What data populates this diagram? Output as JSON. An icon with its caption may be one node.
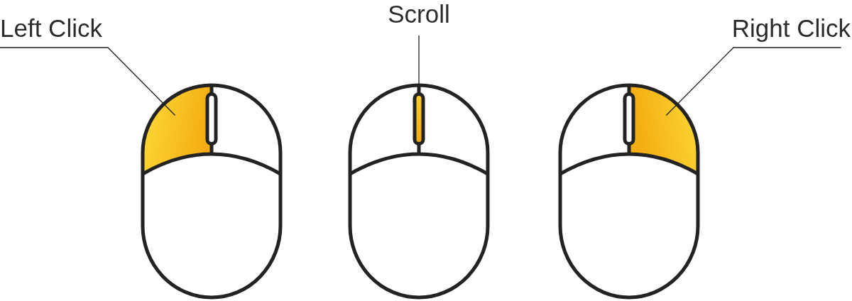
{
  "diagram": {
    "nodes": [
      {
        "text": [
          "Left Click"
        ]
      },
      {
        "text": [],
        "shape": "picture"
      },
      {
        "text": [
          "Scroll"
        ]
      },
      {
        "text": [],
        "shape": "picture"
      },
      {
        "text": [
          "Right Click"
        ]
      },
      {
        "text": [],
        "shape": "picture"
      }
    ],
    "edges": [
      {
        "from": 0,
        "to": 1,
        "arrow": "none"
      },
      {
        "from": 2,
        "to": 3,
        "arrow": "none"
      },
      {
        "from": 4,
        "to": 5,
        "arrow": "none"
      }
    ]
  }
}
